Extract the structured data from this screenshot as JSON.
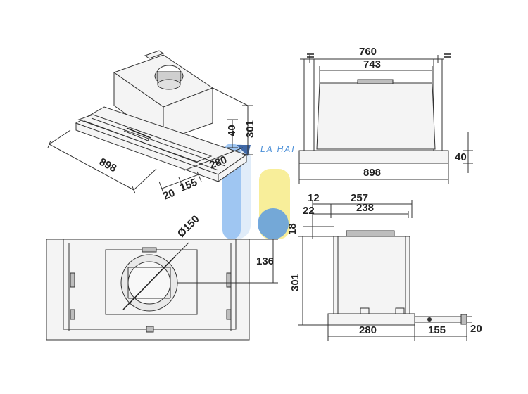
{
  "colors": {
    "line": "#333333",
    "watermark_blue": "#4a8fd8",
    "watermark_yellow": "#f5e66a",
    "watermark_light": "#dbe9f8"
  },
  "watermark": {
    "text": "LA HAI"
  },
  "iso_view": {
    "width": "898",
    "depth": "280",
    "front_gap": "20",
    "front_depth": "155",
    "height": "301",
    "front_height": "40"
  },
  "front_view": {
    "outer_width": "760",
    "inner_width": "743",
    "base_width": "898",
    "base_height": "40"
  },
  "top_view": {
    "duct_diameter": "Ø150",
    "duct_offset": "136"
  },
  "side_view": {
    "top_width": "257",
    "inner_top_width": "238",
    "offset_a": "12",
    "offset_b": "22",
    "offset_c": "18",
    "height": "301",
    "base_depth": "280",
    "drawer_depth": "155",
    "drawer_height": "20"
  }
}
